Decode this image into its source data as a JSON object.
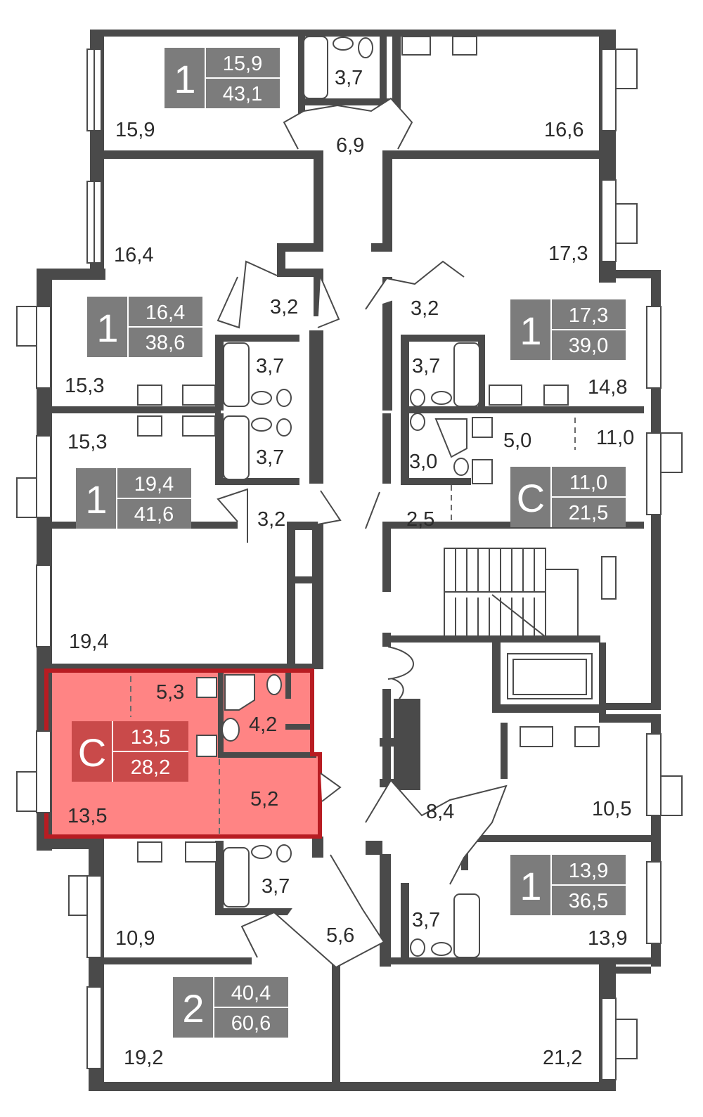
{
  "colors": {
    "wall": "#4a4a4a",
    "badge": "#7c7c7c",
    "highlight_fill": "#ff7a7a",
    "highlight_border": "#b81c22",
    "highlight_badge": "#c94a4a"
  },
  "apartments": [
    {
      "id": "apt-top-left",
      "type": "1",
      "living": "15,9",
      "total": "43,1"
    },
    {
      "id": "apt-left-upper",
      "type": "1",
      "living": "16,4",
      "total": "38,6"
    },
    {
      "id": "apt-right-upper",
      "type": "1",
      "living": "17,3",
      "total": "39,0"
    },
    {
      "id": "apt-left-middle",
      "type": "1",
      "living": "19,4",
      "total": "41,6"
    },
    {
      "id": "apt-right-studio",
      "type": "С",
      "living": "11,0",
      "total": "21,5"
    },
    {
      "id": "apt-highlighted-studio",
      "type": "С",
      "living": "13,5",
      "total": "28,2",
      "highlighted": true
    },
    {
      "id": "apt-right-lower",
      "type": "1",
      "living": "13,9",
      "total": "36,5"
    },
    {
      "id": "apt-bottom",
      "type": "2",
      "living": "40,4",
      "total": "60,6"
    }
  ],
  "room_areas": [
    "15,9",
    "3,7",
    "6,9",
    "16,6",
    "16,4",
    "17,3",
    "3,2",
    "3,2",
    "3,7",
    "3,7",
    "15,3",
    "14,8",
    "15,3",
    "3,7",
    "3,0",
    "5,0",
    "11,0",
    "3,2",
    "2,5",
    "19,4",
    "5,3",
    "4,2",
    "5,2",
    "13,5",
    "10,5",
    "8,4",
    "10,9",
    "3,7",
    "5,6",
    "3,7",
    "13,9",
    "19,2",
    "21,2"
  ]
}
